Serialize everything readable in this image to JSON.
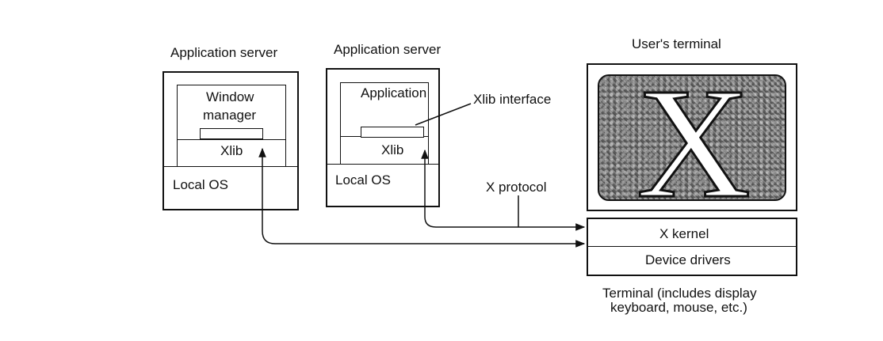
{
  "servers": [
    {
      "title": "Application server",
      "app_label_line1": "Window",
      "app_label_line2": "manager",
      "lib_label": "Xlib",
      "os_label": "Local OS"
    },
    {
      "title": "Application server",
      "app_label": "Application",
      "lib_label": "Xlib",
      "os_label": "Local OS",
      "interface_label": "Xlib interface"
    }
  ],
  "terminal": {
    "title": "User's terminal",
    "screen_glyph": "X",
    "kernel_label": "X kernel",
    "drivers_label": "Device drivers",
    "caption_line1": "Terminal (includes display",
    "caption_line2": "keyboard, mouse, etc.)"
  },
  "protocol_label": "X protocol"
}
